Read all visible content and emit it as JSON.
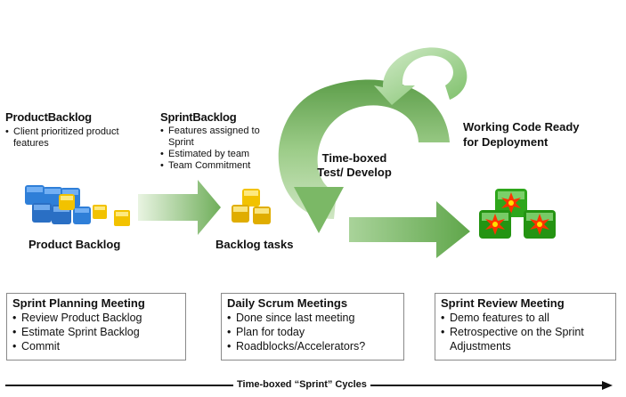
{
  "product_backlog": {
    "title": "ProductBacklog",
    "bullets": [
      "Client prioritized product features"
    ],
    "caption": "Product Backlog"
  },
  "sprint_backlog": {
    "title": "SprintBacklog",
    "bullets": [
      "Features assigned to Sprint",
      "Estimated by team",
      "Team Commitment"
    ],
    "caption": "Backlog tasks"
  },
  "cycle": {
    "label_line1": "Time-boxed",
    "label_line2": "Test/ Develop"
  },
  "working_code": {
    "line1": "Working Code Ready",
    "line2": "for Deployment"
  },
  "meetings": [
    {
      "title": "Sprint Planning Meeting",
      "items": [
        "Review Product Backlog",
        "Estimate Sprint Backlog",
        "Commit"
      ]
    },
    {
      "title": "Daily Scrum Meetings",
      "items": [
        "Done since last meeting",
        "Plan for today",
        "Roadblocks/Accelerators?"
      ]
    },
    {
      "title": "Sprint Review Meeting",
      "items": [
        "Demo features to all",
        "Retrospective on the Sprint",
        "Adjustments"
      ]
    }
  ],
  "timeline": {
    "label": "Time-boxed “Sprint” Cycles"
  },
  "colors": {
    "arrow_green": "#8cc27a",
    "cube_blue": "#2f7fd8",
    "cube_yellow": "#f2c200",
    "cube_green": "#2ea61b",
    "burst": "#ff3300"
  }
}
